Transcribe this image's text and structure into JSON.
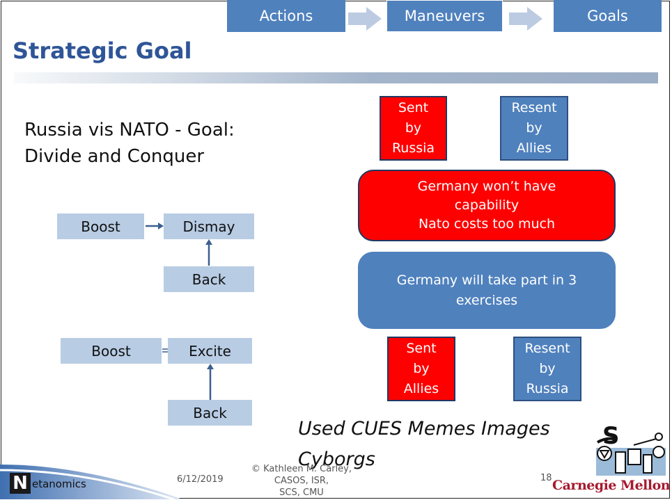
{
  "header": {
    "stages": [
      "Actions",
      "Maneuvers",
      "Goals"
    ]
  },
  "slide": {
    "title": "Strategic Goal",
    "subtitle_line1": "Russia vis NATO  - Goal:",
    "subtitle_line2": "Divide and Conquer"
  },
  "diagram1": {
    "boost": "Boost",
    "target": "Dismay",
    "back": "Back"
  },
  "diagram2": {
    "boost": "Boost",
    "target": "Excite",
    "back": "Back"
  },
  "right": {
    "top_left": [
      "Sent",
      "by",
      "Russia"
    ],
    "top_right": [
      "Resent",
      "by",
      "Allies"
    ],
    "red_message": [
      "Germany won’t have",
      "capability",
      "Nato costs too much"
    ],
    "blue_message": [
      "Germany will take part in 3",
      "exercises"
    ],
    "bottom_left": [
      "Sent",
      "by",
      "Allies"
    ],
    "bottom_right": [
      "Resent",
      "by",
      "Russia"
    ]
  },
  "footnote": {
    "line1": "Used CUES Memes Images",
    "line2": "Cyborgs"
  },
  "footer": {
    "logo_letter": "N",
    "logo_text": "etanomics",
    "date": "6/12/2019",
    "copyright_line1": "© Kathleen M. Carley, CASOS, ISR,",
    "copyright_line2": "SCS, CMU",
    "page_number": "18",
    "university": "Carnegie Mellon",
    "casos_label": "S"
  },
  "colors": {
    "accent_blue": "#4f81bd",
    "title_blue": "#2f5597",
    "red": "#ff0000",
    "light_blue": "#b8cce4",
    "cmu_red": "#a6192e"
  }
}
